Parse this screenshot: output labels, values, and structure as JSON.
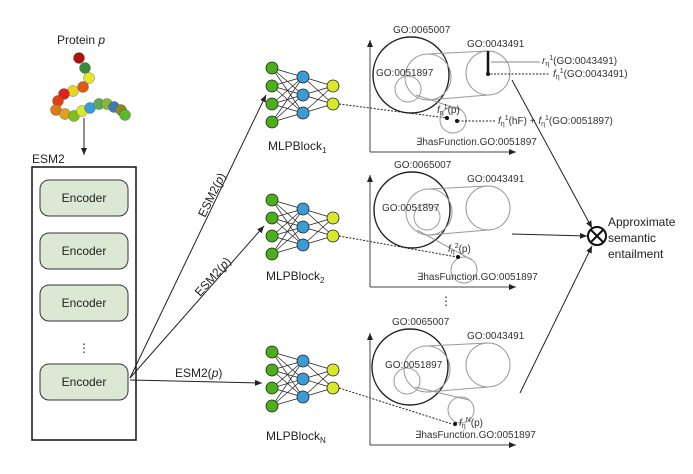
{
  "protein": {
    "label_prefix": "Protein ",
    "label_var": "p"
  },
  "esm2": {
    "title": "ESM2",
    "encoders": [
      "Encoder",
      "Encoder",
      "Encoder",
      "Encoder"
    ],
    "ellipsis": "⋮"
  },
  "edges": [
    {
      "label": "ESM2(",
      "var": "p",
      "close": ")"
    },
    {
      "label": "ESM2(",
      "var": "p",
      "close": ")"
    },
    {
      "label": "ESM2(",
      "var": "p",
      "close": ")"
    }
  ],
  "mlp_blocks": [
    {
      "label": "MLPBlock",
      "sub": "1"
    },
    {
      "label": "MLPBlock",
      "sub": "2"
    },
    {
      "label": "MLPBlock",
      "sub": "N"
    }
  ],
  "panels": [
    {
      "go_a": "GO:0065007",
      "go_b": "GO:0043491",
      "go_c": "GO:0051897",
      "exists": "∃hasFunction.GO:0051897",
      "f_sup": "1",
      "f_arg": "(p)"
    },
    {
      "go_a": "GO:0065007",
      "go_b": "GO:0043491",
      "go_c": "GO:0051897",
      "exists": "∃hasFunction.GO:0051897",
      "f_sup": "2",
      "f_arg": "(p)"
    },
    {
      "go_a": "GO:0065007",
      "go_b": "GO:0043491",
      "go_c": "GO:0051897",
      "exists": "∃hasFunction.GO:0051897",
      "f_sup": "N",
      "f_arg": "(p)"
    }
  ],
  "annotations": {
    "r_label": "r",
    "r_arg": "(GO:0043491)",
    "f_label": "f",
    "f_arg": "(GO:0043491)",
    "sum_a": "(hF) + ",
    "sum_b": "(GO:0051897)",
    "eta": "η",
    "one": "1"
  },
  "panel_ellipsis": "⋮",
  "output": {
    "lines": [
      "Approximate",
      "semantic",
      "entailment"
    ],
    "symbol": "otimes"
  },
  "colors": {
    "encoder_fill": "#dbe8d4",
    "input_node": "#4caf1a",
    "hidden_node": "#3a9bd5",
    "output_node": "#d8e82a"
  }
}
